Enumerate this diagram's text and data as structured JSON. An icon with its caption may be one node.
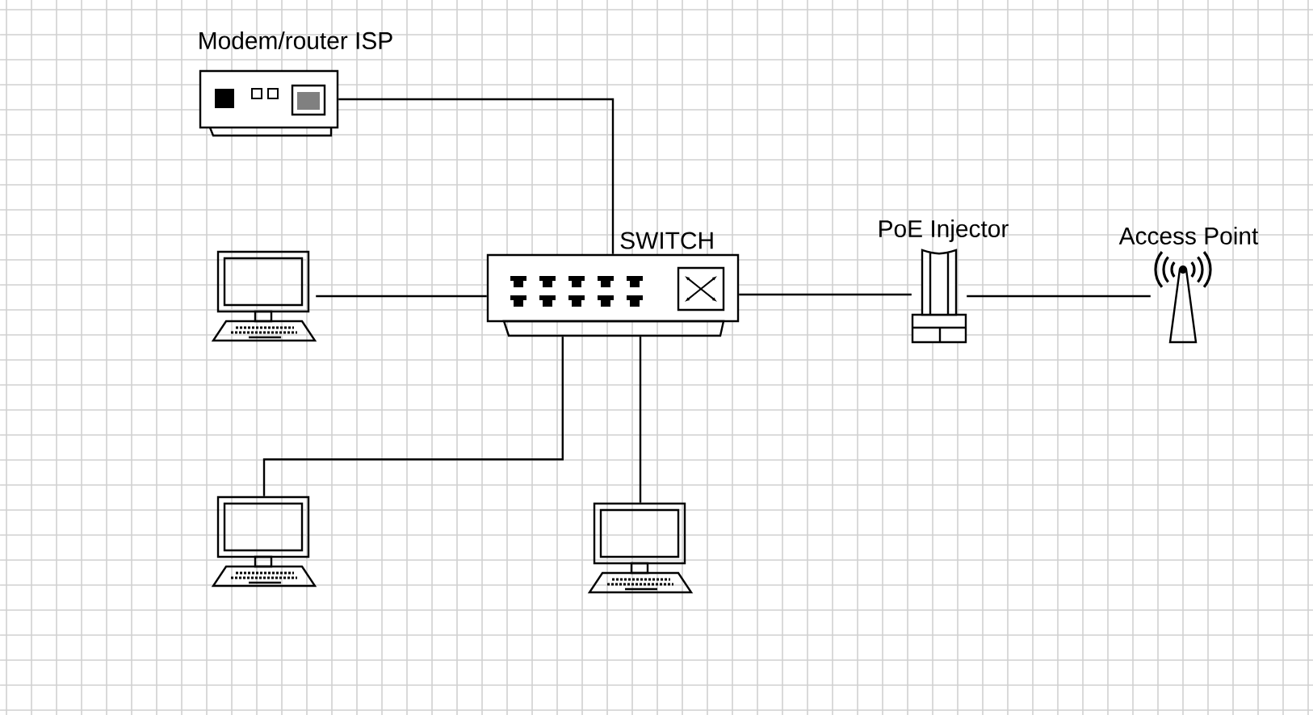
{
  "diagram": {
    "nodes": [
      {
        "text": [
          "Modem/router ISP"
        ]
      },
      {
        "text": [
          "SWITCH"
        ]
      },
      {
        "text": [
          "PoE Injector"
        ]
      },
      {
        "text": [
          "Access Point"
        ]
      },
      {
        "text": [],
        "shape": "computer"
      },
      {
        "text": [],
        "shape": "computer"
      },
      {
        "text": [],
        "shape": "computer"
      }
    ],
    "edges": [
      {
        "from": 0,
        "to": 1,
        "arrow": "none"
      },
      {
        "from": 4,
        "to": 1,
        "arrow": "none"
      },
      {
        "from": 1,
        "to": 2,
        "arrow": "none"
      },
      {
        "from": 2,
        "to": 3,
        "arrow": "none"
      },
      {
        "from": 1,
        "to": 5,
        "arrow": "none"
      },
      {
        "from": 1,
        "to": 6,
        "arrow": "none"
      }
    ]
  }
}
